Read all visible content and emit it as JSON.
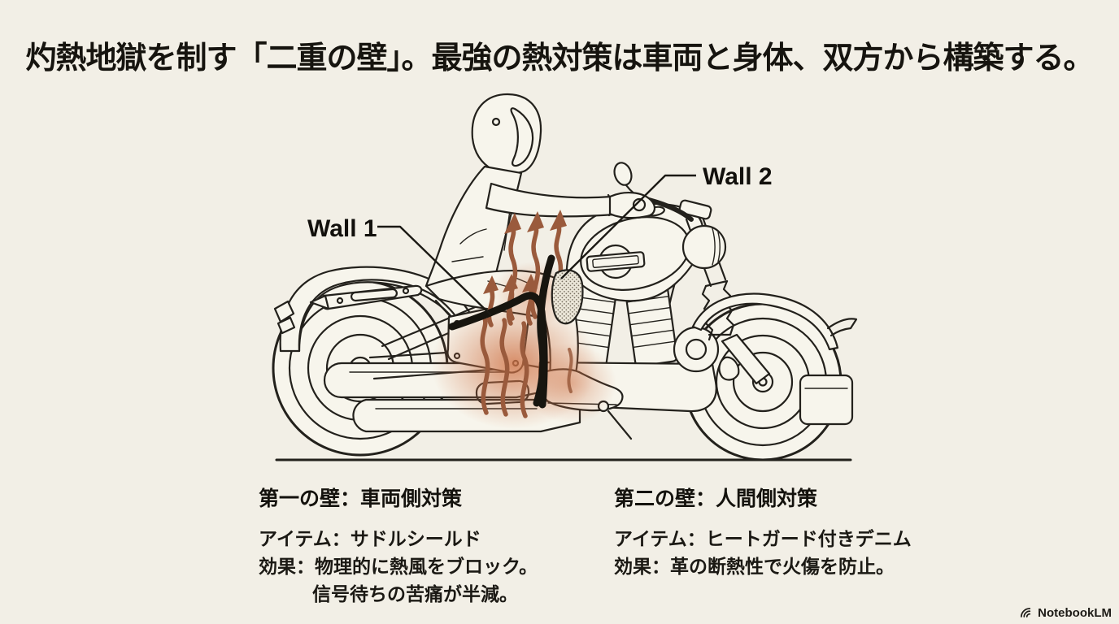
{
  "title": "灼熱地獄を制す「二重の壁」。最強の熱対策は車両と身体、双方から構築する。",
  "diagram": {
    "wall1_label": "Wall 1",
    "wall2_label": "Wall 2"
  },
  "sections": {
    "left": {
      "heading": "第一の壁：車両側対策",
      "lines": {
        "0": "アイテム：サドルシールド",
        "1": "効果：物理的に熱風をブロック。",
        "2": "信号待ちの苦痛が半減。"
      }
    },
    "right": {
      "heading": "第二の壁：人間側対策",
      "lines": {
        "0": "アイテム：ヒートガード付きデニム",
        "1": "効果：革の断熱性で火傷を防止。"
      }
    }
  },
  "footer": {
    "brand": "NotebookLM"
  },
  "colors": {
    "background": "#f2efe6",
    "paper_fill": "#f7f5ec",
    "ink": "#23211c",
    "heat_arrow": "#9a5a3c",
    "heat_glow": "#cf7347",
    "wall_stroke": "#17150f"
  }
}
